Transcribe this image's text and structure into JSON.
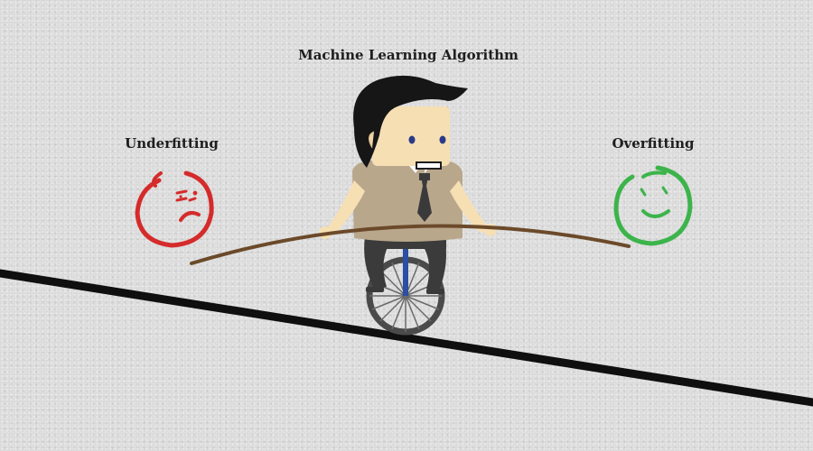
{
  "labels": {
    "title": "Machine Learning Algorithm",
    "left": "Underfitting",
    "right": "Overfitting"
  },
  "icons": {
    "left": "sad-face-icon",
    "right": "happy-face-icon"
  },
  "colors": {
    "background": "#d9d9d9",
    "sad_face": "#d52b2b",
    "happy_face": "#3cb44b",
    "pole": "#6b4a2a",
    "rope": "#0f0f0f",
    "shirt": "#b9a78c",
    "hair": "#161616",
    "skin": "#f7dfb4",
    "wheel_frame": "#2a4fa3"
  }
}
